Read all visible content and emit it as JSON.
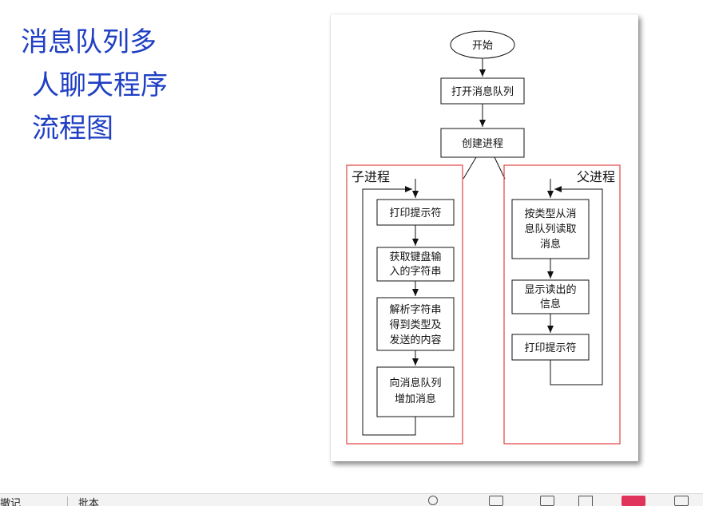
{
  "slide": {
    "title_lines": [
      "消息队列多",
      "人聊天程序",
      "流程图"
    ]
  },
  "flowchart": {
    "start": "开始",
    "open_queue": "打开消息队列",
    "create_process": "创建进程",
    "child_group": "子进程",
    "parent_group": "父进程",
    "child_steps": [
      [
        "打印提示符"
      ],
      [
        "获取键盘输",
        "入的字符串"
      ],
      [
        "解析字符串",
        "得到类型及",
        "发送的内容"
      ],
      [
        "向消息队列",
        "增加消息"
      ]
    ],
    "parent_steps": [
      [
        "按类型从消",
        "息队列读取",
        "消息"
      ],
      [
        "显示读出的",
        "信息"
      ],
      [
        "打印提示符"
      ]
    ],
    "colors": {
      "group_border": "#e04444",
      "title": "#1f3fc4"
    }
  },
  "statusbar": {
    "left_text_1": "撤记",
    "left_text_2": "批本"
  }
}
